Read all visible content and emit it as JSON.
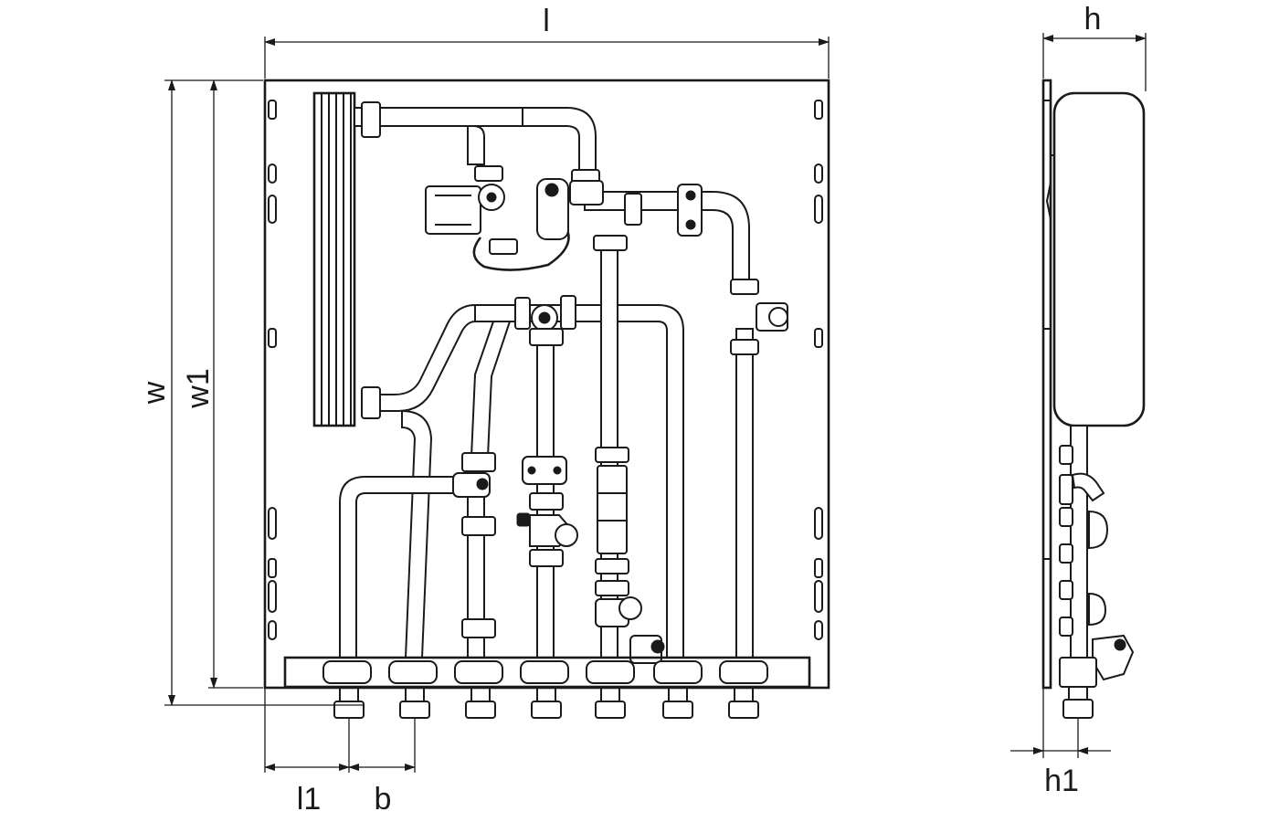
{
  "dimensions": {
    "length": "l",
    "width": "w",
    "width_inner": "w1",
    "height": "h",
    "height_offset": "h1",
    "offset": "l1",
    "spacing": "b"
  },
  "outlet_count": 7
}
